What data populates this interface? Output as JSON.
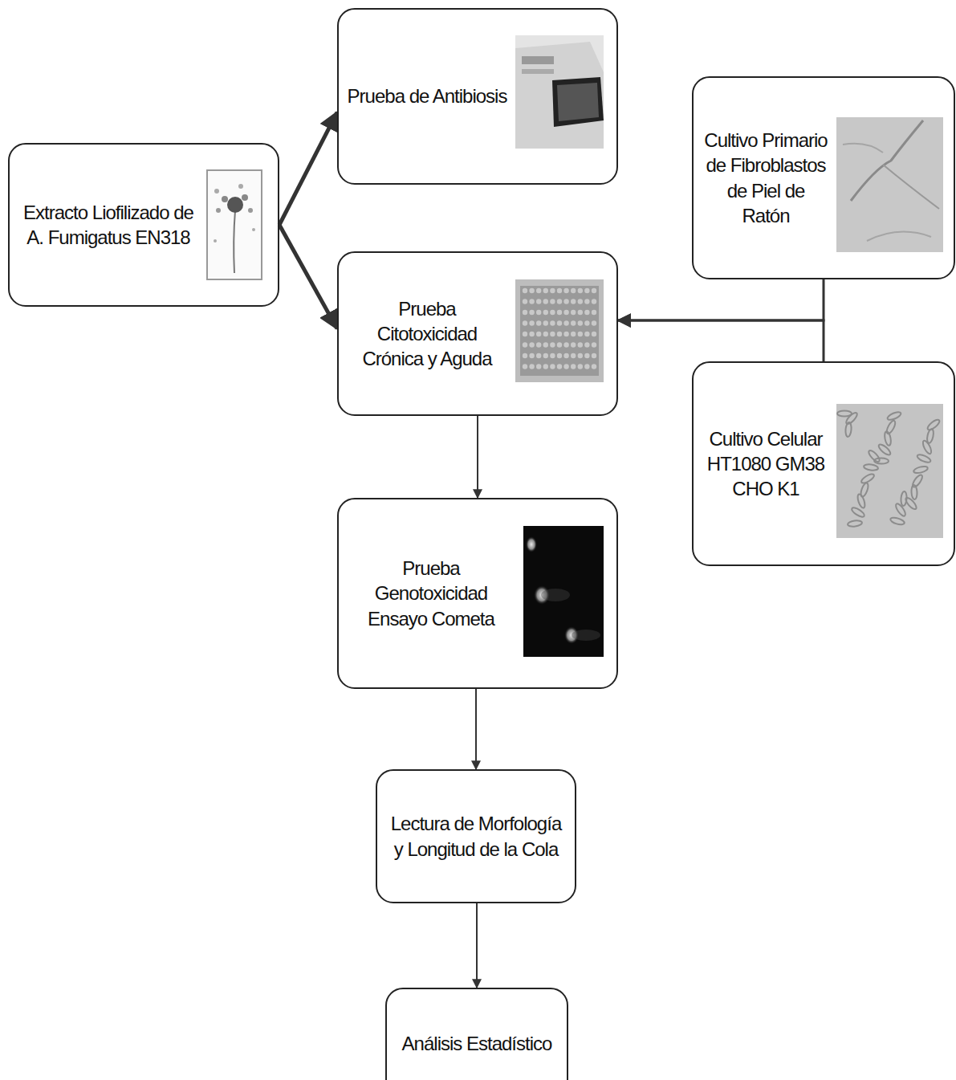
{
  "diagram": {
    "nodes": [
      {
        "text": [
          "Extracto Liofilizado de A. Fumigatus EN318"
        ]
      },
      {
        "text": [
          "Prueba de Antibiosis"
        ]
      },
      {
        "text": [
          "Prueba Citotoxicidad Crónica y Aguda"
        ]
      },
      {
        "text": [
          "Cultivo Primario de Fibroblastos de Piel de Ratón"
        ]
      },
      {
        "text": [
          "Cultivo Celular HT1080 GM38 CHO K1"
        ]
      },
      {
        "text": [
          "Prueba Genotoxicidad Ensayo Cometa"
        ]
      },
      {
        "text": [
          "Lectura de Morfología y Longitud de la Cola"
        ]
      },
      {
        "text": [
          "Análisis Estadístico"
        ]
      }
    ],
    "edges": [
      {
        "from": 0,
        "to": 1,
        "arrow": "to"
      },
      {
        "from": 0,
        "to": 2,
        "arrow": "to"
      },
      {
        "from": 3,
        "to": 2,
        "arrow": "to"
      },
      {
        "from": 4,
        "to": 2,
        "arrow": "to"
      },
      {
        "from": 2,
        "to": 5,
        "arrow": "to"
      },
      {
        "from": 5,
        "to": 6,
        "arrow": "to"
      },
      {
        "from": 6,
        "to": 7,
        "arrow": "to"
      }
    ]
  }
}
